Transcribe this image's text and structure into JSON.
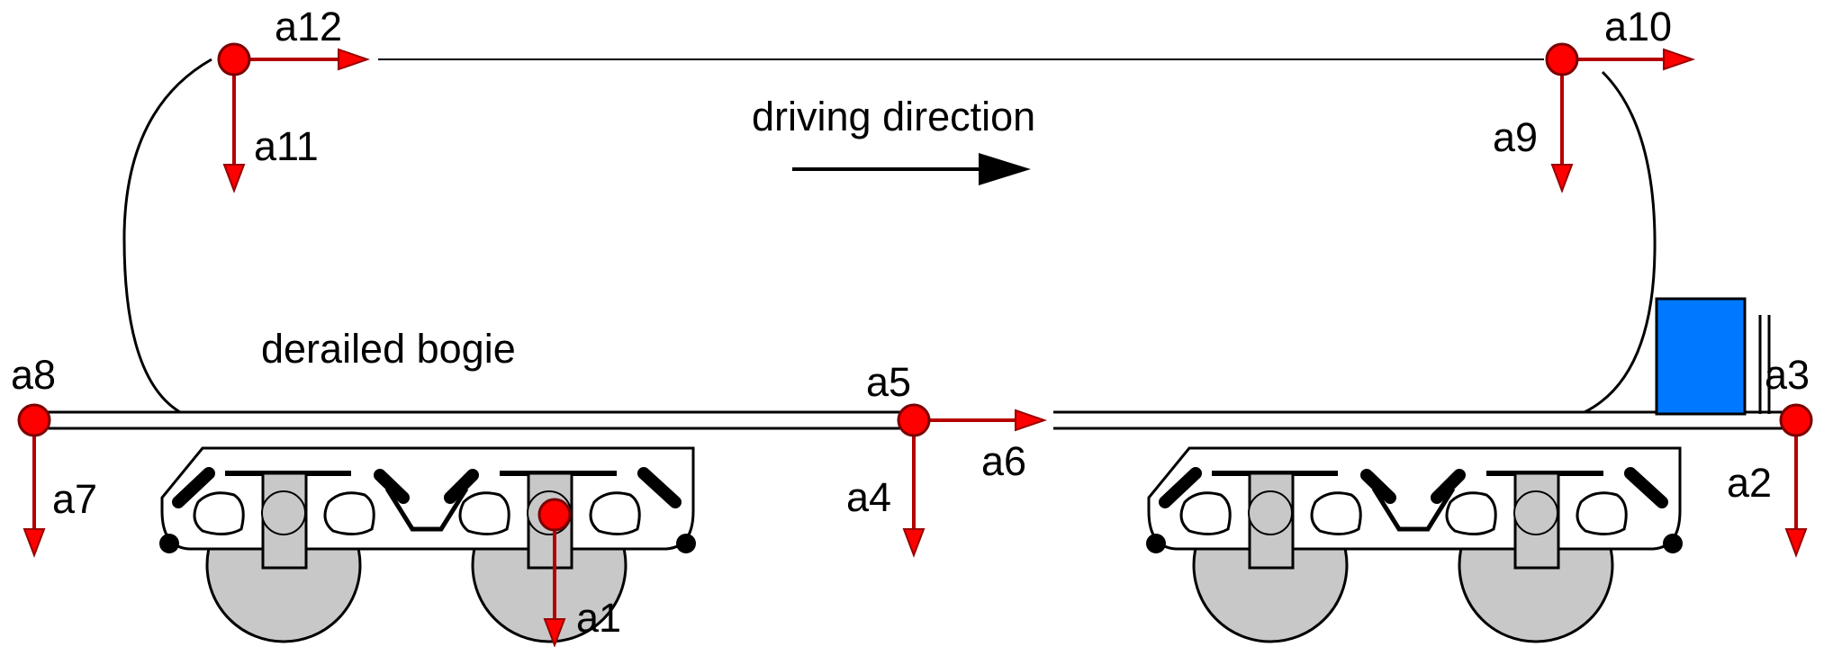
{
  "diagram": {
    "labels": {
      "driving_direction": "driving direction",
      "derailed_bogie": "derailed bogie"
    },
    "sensors": [
      {
        "id": "s1",
        "vectors": [
          "a1"
        ]
      },
      {
        "id": "s2",
        "vectors": [
          "a2",
          "a3"
        ]
      },
      {
        "id": "s3",
        "vectors": [
          "a4",
          "a5",
          "a6"
        ]
      },
      {
        "id": "s4",
        "vectors": [
          "a7",
          "a8"
        ]
      },
      {
        "id": "s5",
        "vectors": [
          "a9",
          "a10"
        ]
      },
      {
        "id": "s6",
        "vectors": [
          "a11",
          "a12"
        ]
      }
    ],
    "vector_labels": {
      "a1": "a1",
      "a2": "a2",
      "a3": "a3",
      "a4": "a4",
      "a5": "a5",
      "a6": "a6",
      "a7": "a7",
      "a8": "a8",
      "a9": "a9",
      "a10": "a10",
      "a11": "a11",
      "a12": "a12"
    },
    "colors": {
      "sensor": "#ff0000",
      "vector": "#b40000",
      "box": "#0078ff",
      "wheel": "#c8c8c8",
      "outline": "#000000"
    }
  }
}
